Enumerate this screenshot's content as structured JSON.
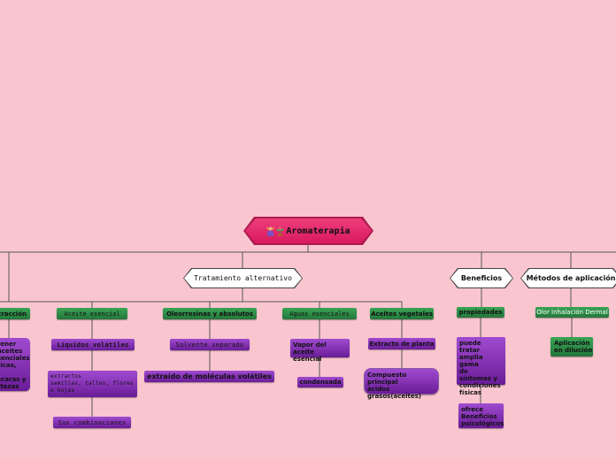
{
  "root": {
    "title": "Aromaterapia",
    "icons": [
      "person-icon",
      "plant-icon"
    ]
  },
  "level1": {
    "tratamiento": "Tratamiento alternativo",
    "beneficios": "Beneficios",
    "metodos": "Métodos de aplicación"
  },
  "green": {
    "extraccion": "tracción",
    "aceite_esencial": "Aceite esencial",
    "oleorresinas": "Oleorresinas y absolutos",
    "aguas": "Aguas esenciales",
    "aceites_vegetales": "Aceites vegetales",
    "propiedades": "propiedades",
    "olor": "Olor Inhalación Dermal",
    "aplicacion": "Aplicación\nen dilución"
  },
  "purple": {
    "obtener": "tener\naceites\nsenciales\nricas,\n\nscaras y\nrtezas",
    "liquidos": "Líquidos volátiles",
    "extractos": "extractos\nsemillas, tallos, flores\no hojas",
    "combinaciones": "Sus combinaciones",
    "solvente": "Solvente separado",
    "extraido": "extraído de moléculas volátiles",
    "vapor": "Vapor del aceite\nesencial",
    "condensada": "condensada",
    "extracto_planta": "Extracto de planta",
    "compuesto": "Compuesto principal\nácidos\ngrasos(aceites)",
    "puede_tratar": "puede tratar\namplia gama\nde\nsíntomas y\ncondiciones\nfísicas",
    "ofrece": "ofrece\nBeneficios\npsicológicos"
  },
  "colors": {
    "background": "#f9c6cf",
    "root": "#e52f6e",
    "green": "#2f8c48",
    "purple": "#8a34b8",
    "connector": "#555555"
  }
}
